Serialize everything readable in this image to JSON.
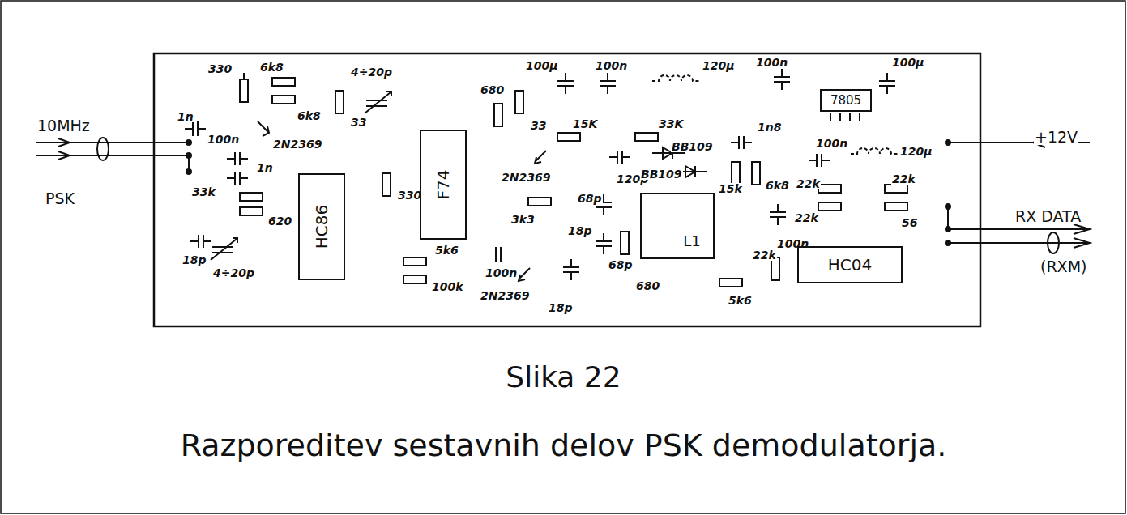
{
  "diagram": {
    "title": "Slika 22",
    "caption": "Razporeditev sestavnih delov PSK demodulatorja.",
    "nodes": [
      {
        "text": [
          "HC86"
        ]
      },
      {
        "text": [
          "F74"
        ]
      },
      {
        "text": [
          "7805"
        ]
      },
      {
        "text": [
          "L1"
        ]
      },
      {
        "text": [
          "HC04"
        ]
      }
    ],
    "labels": [
      "10MHz",
      "PSK",
      "+12V",
      "RX DATA",
      "(RXM)",
      "330",
      "6k8",
      "6k8",
      "1n",
      "100n",
      "2N2369",
      "33",
      "1n",
      "33k",
      "620",
      "18p",
      "4÷20p",
      "4÷20p",
      "330",
      "5k6",
      "100k",
      "680",
      "33",
      "100μ",
      "100n",
      "120μ",
      "100n",
      "100μ",
      "15K",
      "33K",
      "BB109",
      "1n8",
      "2N2369",
      "120p",
      "BB109",
      "15k",
      "6k8",
      "100n",
      "120μ",
      "68p",
      "3k3",
      "18p",
      "100n",
      "2N2369",
      "18p",
      "68p",
      "680",
      "100n",
      "22k",
      "22k",
      "22k",
      "56",
      "22k",
      "5k6"
    ]
  }
}
